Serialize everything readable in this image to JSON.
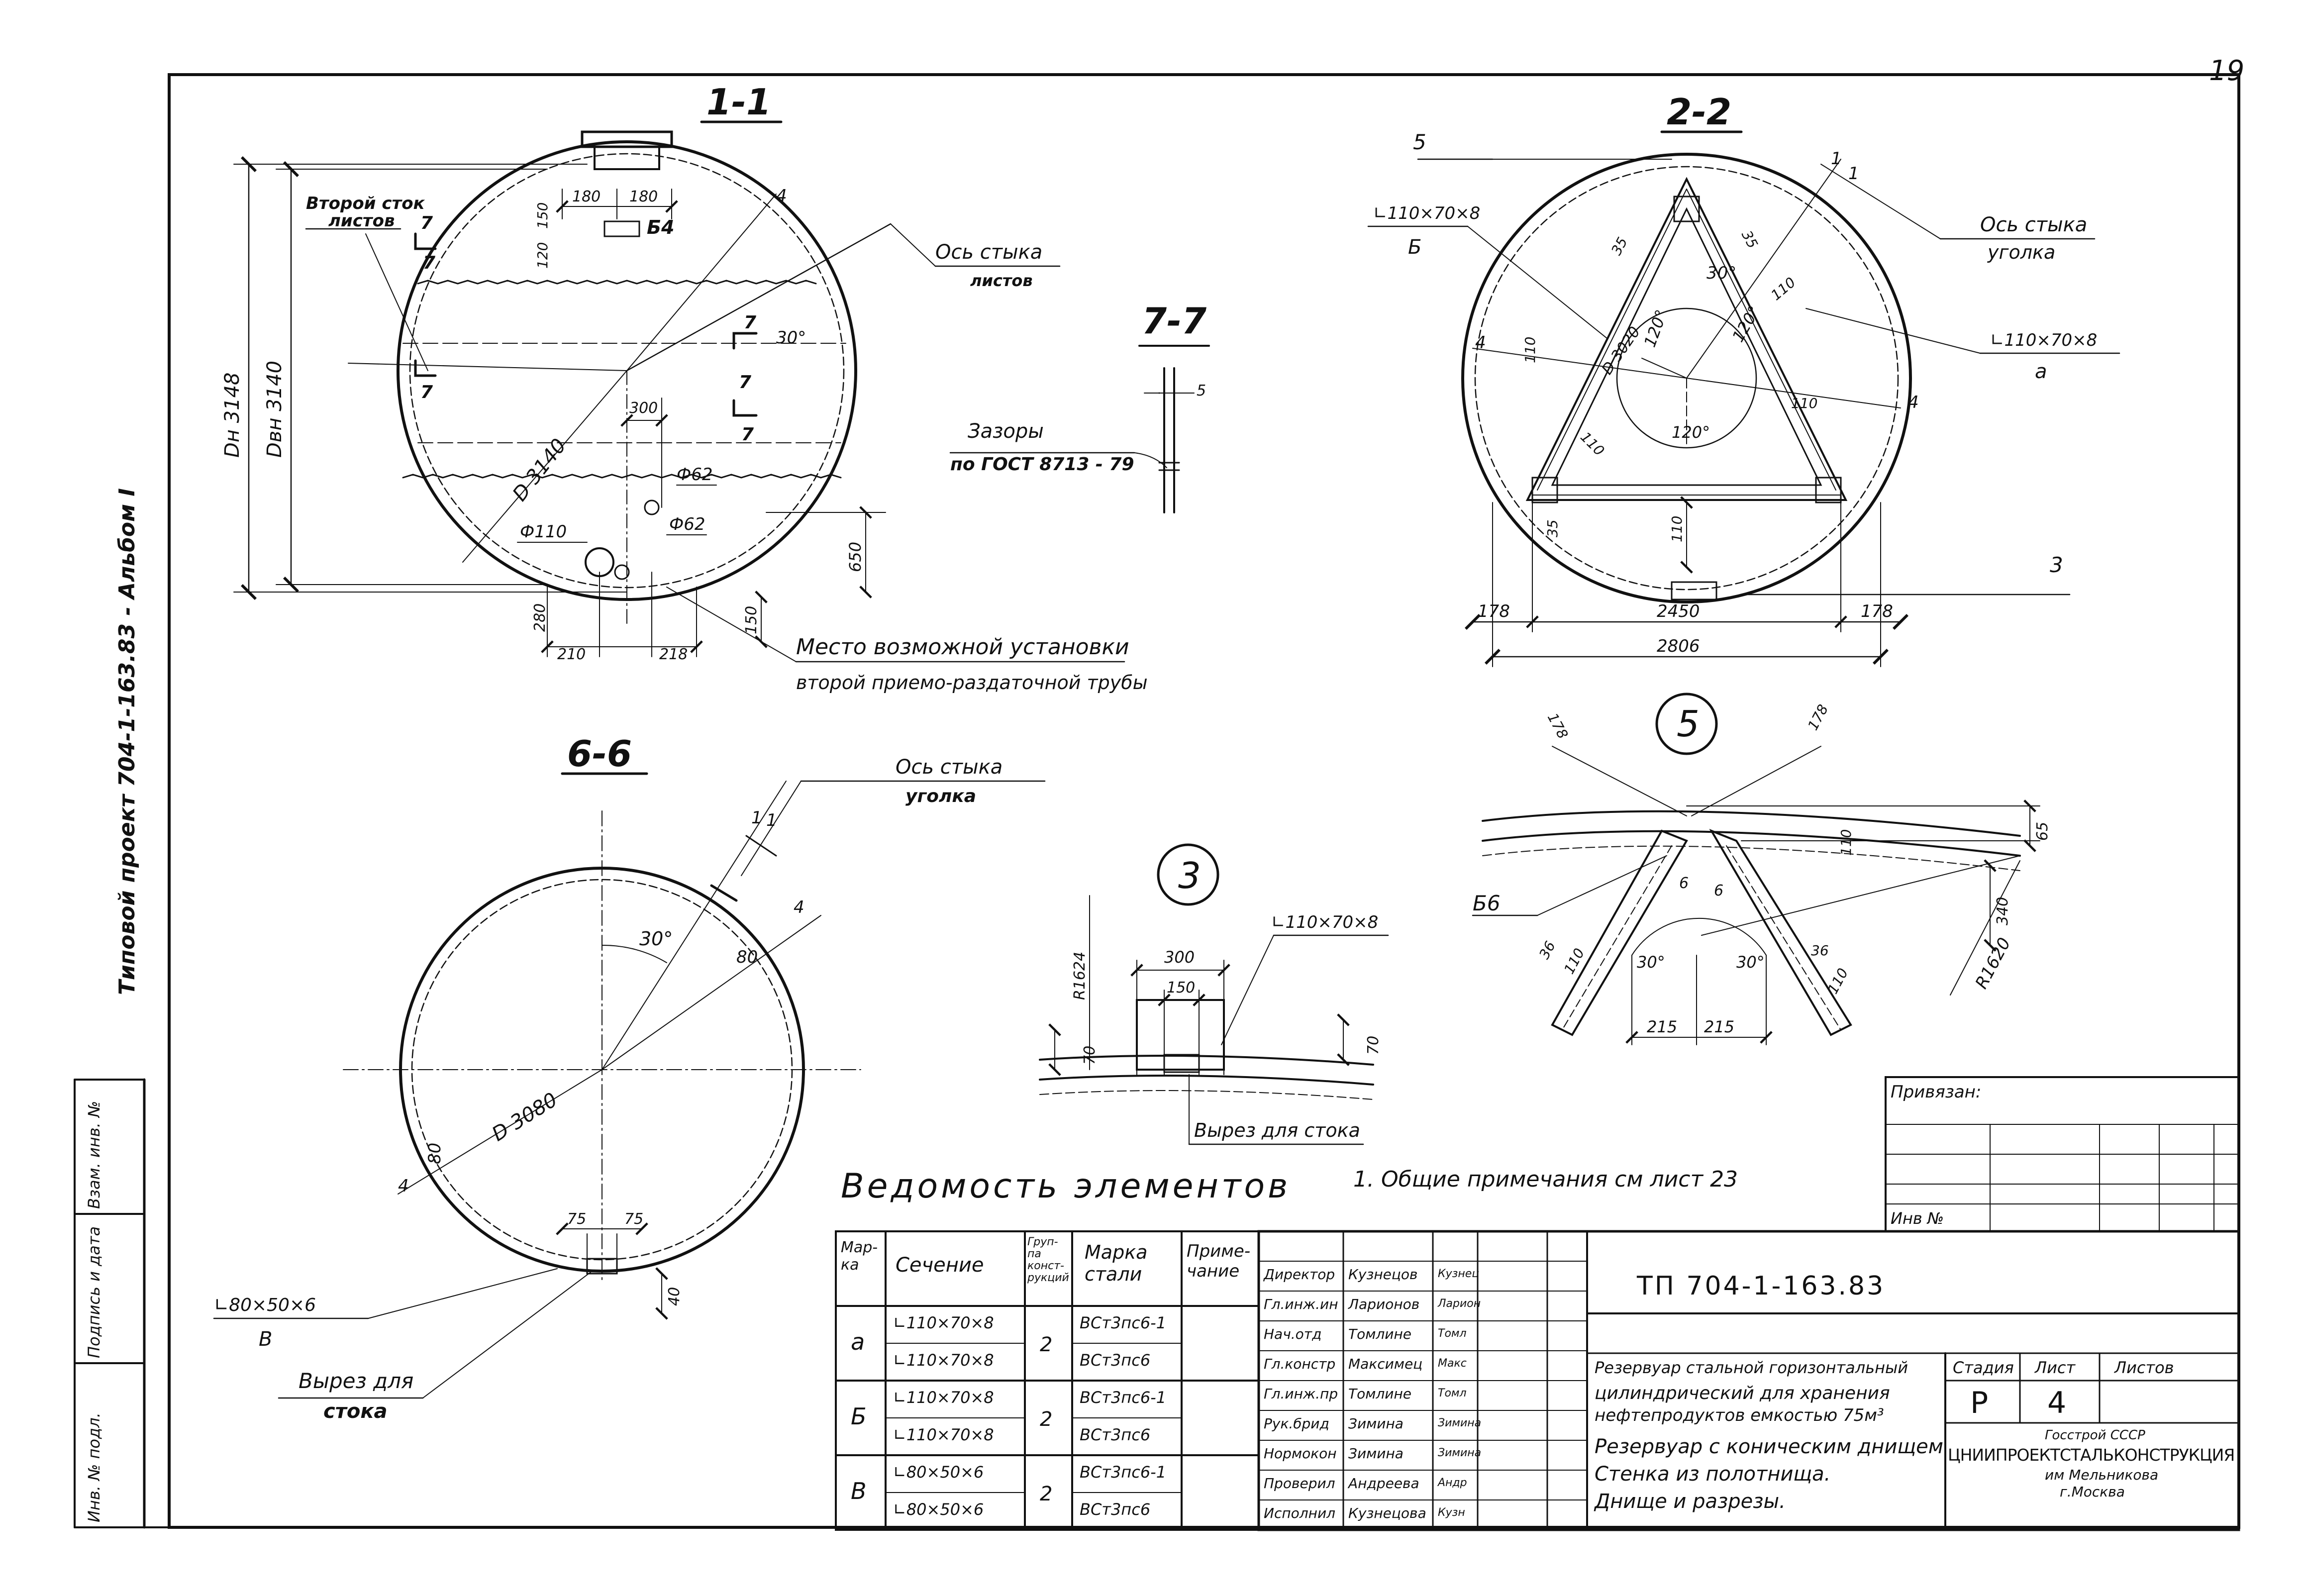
{
  "sheet": {
    "page_number": "19",
    "side_label": "Типовой проект 704-1-163.83 - Альбом I"
  },
  "section_1_1": {
    "title": "1-1",
    "lbl_second_drain": "Второй сток",
    "lbl_second_drain_2": "листов",
    "lbl_seam_axis": "Ось стыка",
    "lbl_seam_axis_2": "листов",
    "dim_dn": "Dн 3148",
    "dim_dvn": "Dвн 3140",
    "dim_d": "D 3140",
    "dim_180a": "180",
    "dim_180b": "180",
    "dim_150": "150",
    "dim_120": "120",
    "dim_300": "300",
    "dim_650": "650",
    "dim_150b": "150",
    "dim_210": "210",
    "dim_218": "218",
    "dim_280": "280",
    "dim_phi110": "Ф110",
    "dim_phi62a": "Ф62",
    "dim_phi62b": "Ф62",
    "angle_30": "30°",
    "mark_4": "4",
    "mark_54": "Б4",
    "mark_7a": "7",
    "mark_7b": "7",
    "mark_7c": "7",
    "mark_7d": "7",
    "mark_7e": "7",
    "mark_7f": "7",
    "lbl_install_1": "Место возможной установки",
    "lbl_install_2": "второй приемо-раздаточной трубы"
  },
  "section_7_7": {
    "title": "7-7",
    "dim_5": "5",
    "lbl_gaps_1": "Зазоры",
    "lbl_gaps_2": "по ГОСТ 8713 - 79"
  },
  "section_2_2": {
    "title": "2-2",
    "mark_5": "5",
    "lbl_angle_b_1": "∟110×70×8",
    "lbl_angle_b_2": "Б",
    "lbl_seam_axis": "Ось стыка",
    "lbl_seam_axis_2": "уголка",
    "lbl_angle_a_1": "∟110×70×8",
    "lbl_angle_a_2": "а",
    "dim_35a": "35",
    "dim_35b": "35",
    "dim_35c": "35",
    "angle_30": "30°",
    "dim_110a": "110",
    "dim_110b": "110",
    "dim_110c": "110",
    "dim_110d": "110",
    "dim_110e": "110",
    "angle_120a": "120°",
    "angle_120b": "120°",
    "angle_120c": "120°",
    "dim_d3020": "D 3020",
    "mark_4a": "4",
    "mark_4b": "4",
    "mark_1a": "1",
    "mark_1b": "1",
    "mark_3": "3",
    "dim_178a": "178",
    "dim_2450": "2450",
    "dim_178b": "178",
    "dim_2806": "2806"
  },
  "section_6_6": {
    "title": "6-6",
    "lbl_seam_axis": "Ось стыка",
    "lbl_seam_axis_2": "уголка",
    "angle_30": "30°",
    "dim_80a": "80",
    "dim_80b": "80",
    "dim_d3080": "D 3080",
    "mark_4a": "4",
    "mark_4b": "4",
    "mark_1a": "1",
    "mark_1b": "1",
    "dim_75a": "75",
    "dim_75b": "75",
    "dim_40": "40",
    "lbl_angle_1": "∟80×50×6",
    "lbl_angle_2": "В",
    "lbl_drain_cut_1": "Вырез для",
    "lbl_drain_cut_2": "стока"
  },
  "node_3": {
    "title": "3",
    "dim_r1624": "R1624",
    "dim_300": "300",
    "dim_150": "150",
    "lbl_angle": "∟110×70×8",
    "dim_70a": "70",
    "dim_70b": "70",
    "lbl_drain_cut": "Вырез для стока"
  },
  "node_5": {
    "title": "5",
    "dim_178a": "178",
    "dim_178b": "178",
    "dim_65": "65",
    "dim_110": "110",
    "dim_340": "340",
    "mark_56": "Б6",
    "dim_6a": "6",
    "dim_6b": "6",
    "dim_r1620": "R1620",
    "dim_36a": "36",
    "dim_36b": "36",
    "dim_110b": "110",
    "dim_110c": "110",
    "angle_30a": "30°",
    "angle_30b": "30°",
    "dim_215a": "215",
    "dim_215b": "215"
  },
  "notes": {
    "general": "1. Общие примечания см лист 23"
  },
  "spec_table": {
    "title": "Ведомость элементов",
    "headers": {
      "mark": "Мар-ка",
      "section": "Сечение",
      "group": "Груп-па конст-рукций",
      "steel": "Марка стали",
      "note": "Приме-чание"
    },
    "rows": [
      {
        "mark": "а",
        "sections": [
          "∟110×70×8",
          "∟110×70×8"
        ],
        "group": "2",
        "steels": [
          "ВСт3пс6-1",
          "ВСт3пс6"
        ]
      },
      {
        "mark": "Б",
        "sections": [
          "∟110×70×8",
          "∟110×70×8"
        ],
        "group": "2",
        "steels": [
          "ВСт3пс6-1",
          "ВСт3пс6"
        ]
      },
      {
        "mark": "В",
        "sections": [
          "∟80×50×6",
          "∟80×50×6"
        ],
        "group": "2",
        "steels": [
          "ВСт3пс6-1",
          "ВСт3пс6"
        ]
      }
    ]
  },
  "title_block": {
    "privyazan": "Привязан:",
    "inv_no": "Инв №",
    "doc_code": "ТП 704-1-163.83",
    "signatures": [
      {
        "role": "Директор",
        "name": "Кузнецов",
        "sign": "Кузнец"
      },
      {
        "role": "Гл.инж.ин",
        "name": "Ларионов",
        "sign": "Ларион"
      },
      {
        "role": "Нач.отд",
        "name": "Томлине",
        "sign": "Томл"
      },
      {
        "role": "Гл.констр",
        "name": "Максимец",
        "sign": "Макс"
      },
      {
        "role": "Гл.инж.пр",
        "name": "Томлине",
        "sign": "Томл"
      },
      {
        "role": "Рук.брид",
        "name": "Зимина",
        "sign": "Зимина"
      },
      {
        "role": "Нормокон",
        "name": "Зимина",
        "sign": "Зимина"
      },
      {
        "role": "Проверил",
        "name": "Андреева",
        "sign": "Андр"
      },
      {
        "role": "Исполнил",
        "name": "Кузнецова",
        "sign": "Кузн"
      }
    ],
    "description_1": "Резервуар стальной горизонтальный",
    "description_2": "цилиндрический для хранения",
    "description_3": "нефтепродуктов емкостью 75м³",
    "description_4": "Резервуар с коническим днищем",
    "description_5": "Стенка из полотнища.",
    "description_6": "Днище и разрезы.",
    "stage_label": "Стадия",
    "sheet_label": "Лист",
    "sheets_label": "Листов",
    "stage_value": "Р",
    "sheet_value": "4",
    "org_1": "Госстрой СССР",
    "org_2": "ЦНИИПРОЕКТСТАЛЬКОНСТРУКЦИЯ",
    "org_3": "им Мельникова",
    "org_4": "г.Москва"
  },
  "left_strip": {
    "inv_orig": "Инв. № подл.",
    "sign_date": "Подпись и дата",
    "vzam_inv": "Взам. инв. №"
  }
}
